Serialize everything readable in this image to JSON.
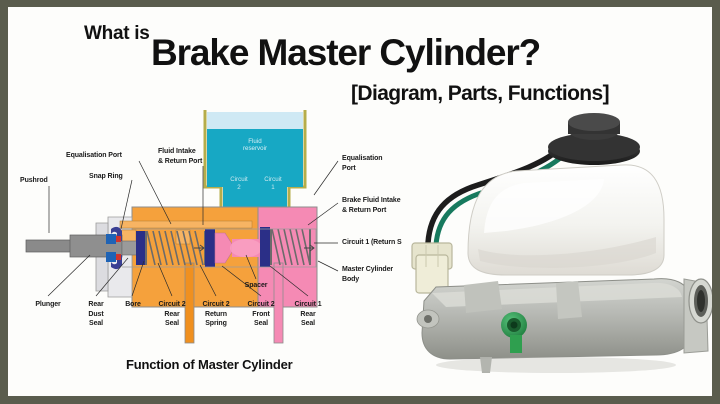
{
  "page": {
    "border_color": "#5a5c4d",
    "background_color": "#fdfdfb"
  },
  "title": {
    "eyebrow": "What is",
    "main": "Brake Master Cylinder?",
    "subtitle": "[Diagram, Parts, Functions]"
  },
  "diagram": {
    "caption": "Function of Master Cylinder",
    "reservoir": {
      "label_line1": "Fluid",
      "label_line2": "reservoir",
      "circuit2_label_line1": "Circuit",
      "circuit2_label_line2": "2",
      "circuit1_label_line1": "Circuit",
      "circuit1_label_line2": "1",
      "fluid_color": "#17a8c4",
      "air_color": "#cfe9f4",
      "wall_color": "#b5ad4a"
    },
    "colors": {
      "body_orange": "#f5a13c",
      "circuit1_pink": "#f58ab4",
      "seal_blue": "#2b2f87",
      "metal_gray": "#8a8a8a",
      "spring_gray": "#6b6b6b",
      "outline": "#7d7d7d"
    },
    "labels_top": [
      {
        "id": "equalisation-port",
        "text": "Equalisation Port"
      },
      {
        "id": "snap-ring",
        "text": "Snap Ring"
      },
      {
        "id": "fluid-intake-return-port",
        "text": "Fluid Intake\n& Return Port"
      },
      {
        "id": "pushrod",
        "text": "Pushrod"
      }
    ],
    "labels_right": [
      {
        "id": "equalisation-port-right",
        "text": "Equalisation\nPort"
      },
      {
        "id": "brake-fluid-intake-return-port",
        "text": "Brake Fluid Intake\n& Return Port"
      },
      {
        "id": "circuit-1-return-spring",
        "text": "Circuit 1 (Return S"
      },
      {
        "id": "master-cylinder-body",
        "text": "Master Cylinder\nBody"
      }
    ],
    "labels_bottom": [
      {
        "id": "plunger",
        "text": "Plunger"
      },
      {
        "id": "rear-dust-seal",
        "text": "Rear\nDust\nSeal"
      },
      {
        "id": "bore",
        "text": "Bore"
      },
      {
        "id": "circuit-2-rear-seal",
        "text": "Circuit 2\nRear\nSeal"
      },
      {
        "id": "circuit-2-return-spring",
        "text": "Circuit 2\nReturn\nSpring"
      },
      {
        "id": "circuit-2-front-seal",
        "text": "Circuit 2\nFront\nSeal"
      },
      {
        "id": "circuit-1-rear-seal",
        "text": "Circuit 1\nRear\nSeal"
      },
      {
        "id": "spacer",
        "text": "Spacer"
      }
    ]
  },
  "photo": {
    "alt": "brake master cylinder product photograph",
    "reservoir_color": "#f2f2ee",
    "cap_color": "#2b2b2b",
    "body_color": "#b9bbb6",
    "port_color": "#2f9f4f",
    "connector_color": "#e6e4cd",
    "wire_colors": {
      "black": "#1d1d1d",
      "green": "#177a5e"
    }
  }
}
